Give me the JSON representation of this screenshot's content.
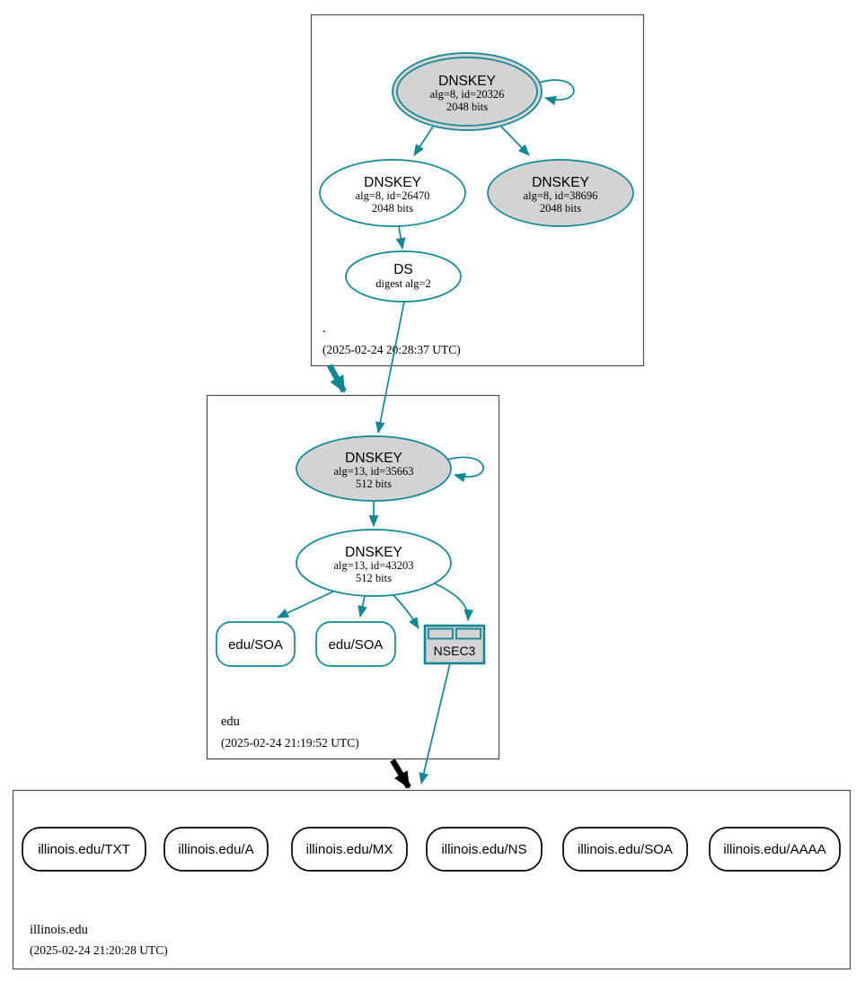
{
  "diagram": {
    "type": "dnssec-authentication-chain",
    "colors": {
      "secure_edge": "#0f8795",
      "insecure_edge": "#000000",
      "key_fill_gray": "#d3d3d3",
      "node_fill_white": "#ffffff",
      "zone_border": "#4d4d4d"
    },
    "zones": {
      "root": {
        "label": ".",
        "timestamp": "(2025-02-24 20:28:37 UTC)",
        "ksk": {
          "title": "DNSKEY",
          "detail1": "alg=8, id=20326",
          "detail2": "2048 bits"
        },
        "zsk": {
          "title": "DNSKEY",
          "detail1": "alg=8, id=26470",
          "detail2": "2048 bits"
        },
        "key3": {
          "title": "DNSKEY",
          "detail1": "alg=8, id=38696",
          "detail2": "2048 bits"
        },
        "ds": {
          "title": "DS",
          "detail1": "digest alg=2"
        }
      },
      "edu": {
        "label": "edu",
        "timestamp": "(2025-02-24 21:19:52 UTC)",
        "ksk": {
          "title": "DNSKEY",
          "detail1": "alg=13, id=35663",
          "detail2": "512 bits"
        },
        "zsk": {
          "title": "DNSKEY",
          "detail1": "alg=13, id=43203",
          "detail2": "512 bits"
        },
        "soa1": {
          "label": "edu/SOA"
        },
        "soa2": {
          "label": "edu/SOA"
        },
        "nsec3": {
          "label": "NSEC3"
        }
      },
      "illinois": {
        "label": "illinois.edu",
        "timestamp": "(2025-02-24 21:20:28 UTC)",
        "rrsets": [
          {
            "label": "illinois.edu/TXT"
          },
          {
            "label": "illinois.edu/A"
          },
          {
            "label": "illinois.edu/MX"
          },
          {
            "label": "illinois.edu/NS"
          },
          {
            "label": "illinois.edu/SOA"
          },
          {
            "label": "illinois.edu/AAAA"
          }
        ]
      }
    }
  }
}
